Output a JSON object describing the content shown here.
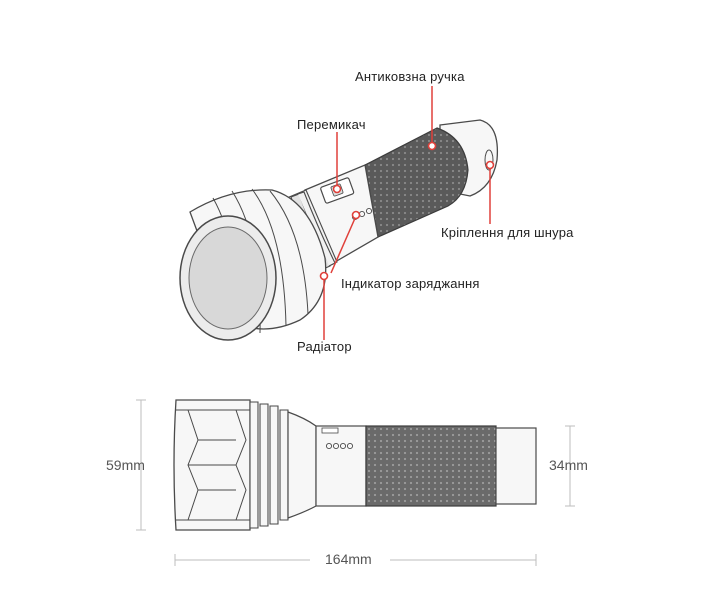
{
  "callouts": {
    "grip": "Антиковзна ручка",
    "switch": "Перемикач",
    "lanyard": "Кріплення для шнура",
    "charge": "Індикатор заряджання",
    "radiator": "Радіатор"
  },
  "dimensions": {
    "head_diameter": "59mm",
    "tail_diameter": "34mm",
    "length": "164mm"
  },
  "colors": {
    "accent": "#e0403a",
    "outline": "#4a4a4a"
  }
}
